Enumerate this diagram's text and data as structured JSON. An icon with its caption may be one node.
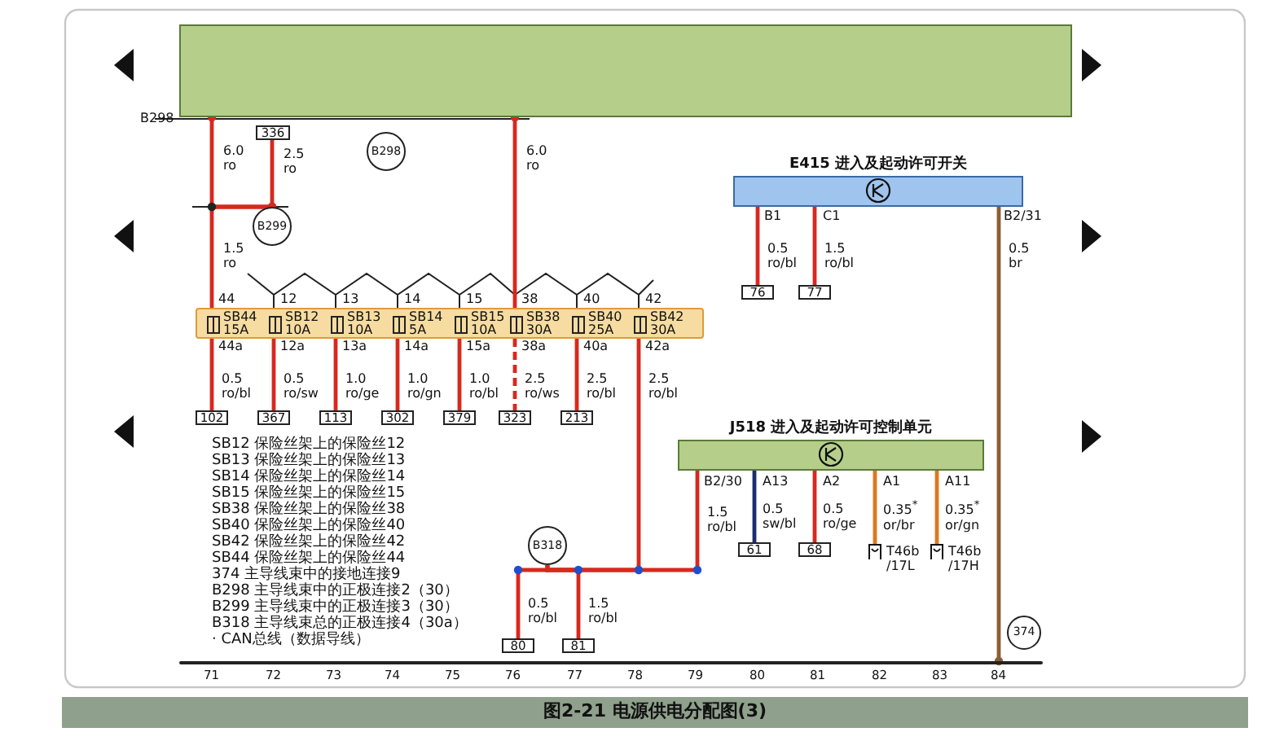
{
  "diagram": {
    "caption": "图2-21 电源供电分配图(3)",
    "nodes": [
      {
        "text": [],
        "shape": "box"
      },
      {
        "text": [
          "B298"
        ]
      },
      {
        "text": [
          "336"
        ]
      },
      {
        "text": [
          "B299"
        ]
      },
      {
        "text": [],
        "shape": "bar"
      },
      {
        "text": [
          "SB44",
          "15A"
        ],
        "in": 4,
        "beside": [
          "44",
          "44a"
        ]
      },
      {
        "text": [
          "SB12",
          "10A"
        ],
        "in": 4,
        "beside": [
          "12",
          "12a"
        ]
      },
      {
        "text": [
          "SB13",
          "10A"
        ],
        "in": 4,
        "beside": [
          "13",
          "13a"
        ]
      },
      {
        "text": [
          "SB14",
          "5A"
        ],
        "in": 4,
        "beside": [
          "14",
          "14a"
        ]
      },
      {
        "text": [
          "SB15",
          "10A"
        ],
        "in": 4,
        "beside": [
          "15",
          "15a"
        ]
      },
      {
        "text": [
          "SB38",
          "30A"
        ],
        "in": 4,
        "beside": [
          "38",
          "38a"
        ]
      },
      {
        "text": [
          "SB40",
          "25A"
        ],
        "in": 4,
        "beside": [
          "40",
          "40a"
        ]
      },
      {
        "text": [
          "SB42",
          "30A"
        ],
        "in": 4,
        "beside": [
          "42",
          "42a"
        ]
      },
      {
        "text": [
          "102"
        ]
      },
      {
        "text": [
          "367"
        ]
      },
      {
        "text": [
          "113"
        ]
      },
      {
        "text": [
          "302"
        ]
      },
      {
        "text": [
          "379"
        ]
      },
      {
        "text": [
          "323"
        ]
      },
      {
        "text": [
          "213"
        ]
      },
      {
        "text": [
          "E415 进入及起动许可开关"
        ]
      },
      {
        "text": [
          "76"
        ]
      },
      {
        "text": [
          "77"
        ]
      },
      {
        "text": [
          "J518 进入及起动许可控制单元"
        ]
      },
      {
        "text": [
          "B318"
        ]
      },
      {
        "text": [
          "80"
        ]
      },
      {
        "text": [
          "81"
        ]
      },
      {
        "text": [
          "61"
        ]
      },
      {
        "text": [
          "68"
        ]
      },
      {
        "text": [
          "T46b /17L"
        ]
      },
      {
        "text": [
          "T46b /17H"
        ]
      },
      {
        "text": [
          "374"
        ]
      },
      {
        "text": [],
        "shape": "bar",
        "beside": [
          "71",
          "72",
          "73",
          "74",
          "75",
          "76",
          "77",
          "78",
          "79",
          "80",
          "81",
          "82",
          "83",
          "84"
        ]
      }
    ],
    "edges": [
      {
        "from": 0,
        "to": 3,
        "arrow": "other",
        "label": "6.0 ro"
      },
      {
        "from": 2,
        "to": 3,
        "arrow": "other",
        "label": "2.5 ro"
      },
      {
        "from": 3,
        "to": 5,
        "arrow": "other",
        "label": "1.5 ro"
      },
      {
        "from": 0,
        "to": 10,
        "arrow": "other",
        "label": "6.0 ro"
      },
      {
        "from": 5,
        "to": 13,
        "arrow": "none",
        "label": "0.5 ro/bl"
      },
      {
        "from": 6,
        "to": 14,
        "arrow": "none",
        "label": "0.5 ro/sw"
      },
      {
        "from": 7,
        "to": 15,
        "arrow": "none",
        "label": "1.0 ro/ge"
      },
      {
        "from": 8,
        "to": 16,
        "arrow": "none",
        "label": "1.0 ro/gn"
      },
      {
        "from": 9,
        "to": 17,
        "arrow": "none",
        "label": "1.0 ro/bl"
      },
      {
        "from": 10,
        "to": 18,
        "arrow": "none",
        "label": "2.5 ro/ws",
        "style": "dashed"
      },
      {
        "from": 11,
        "to": 19,
        "arrow": "none",
        "label": "2.5 ro/bl"
      },
      {
        "from": 12,
        "to": 24,
        "arrow": "none",
        "label": "2.5 ro/bl"
      },
      {
        "from": 24,
        "to": 25,
        "arrow": "none",
        "label": "0.5 ro/bl"
      },
      {
        "from": 24,
        "to": 26,
        "arrow": "none",
        "label": "1.5 ro/bl"
      },
      {
        "from": 24,
        "to": 23,
        "arrow": "none",
        "label": "1.5 ro/bl"
      },
      {
        "from": 20,
        "to": 21,
        "arrow": "none",
        "label": "0.5 ro/bl"
      },
      {
        "from": 20,
        "to": 22,
        "arrow": "none",
        "label": "1.5 ro/bl"
      },
      {
        "from": 20,
        "to": 32,
        "arrow": "other",
        "label": "0.5 br",
        "color": "#8b5e34"
      },
      {
        "from": 23,
        "to": 27,
        "arrow": "none",
        "label": "0.5 sw/bl",
        "color": "#1c2c6e"
      },
      {
        "from": 23,
        "to": 28,
        "arrow": "none",
        "label": "0.5 ro/ge"
      },
      {
        "from": 23,
        "to": 29,
        "arrow": "none",
        "label": "0.35$^{*}$ or/br",
        "color": "#e0761e"
      },
      {
        "from": 23,
        "to": 30,
        "arrow": "none",
        "label": "0.35$^{*}$ or/gn",
        "color": "#e0761e"
      }
    ],
    "labels": [
      "B298",
      "B1",
      "C1",
      "B2/31",
      "B2/30",
      "A13",
      "A2",
      "A1",
      "A11",
      "SB12 保险丝架上的保险丝12",
      "SB13 保险丝架上的保险丝13",
      "SB14 保险丝架上的保险丝14",
      "SB15 保险丝架上的保险丝15",
      "SB38 保险丝架上的保险丝38",
      "SB40 保险丝架上的保险丝40",
      "SB42 保险丝架上的保险丝42",
      "SB44 保险丝架上的保险丝44",
      "374 主导线束中的接地连接9",
      "B298 主导线束中的正极连接2（30）",
      "B299 主导线束中的正极连接3（30）",
      "B318 主导线束总的正极连接4（30a）",
      "· CAN总线（数据导线）"
    ]
  }
}
